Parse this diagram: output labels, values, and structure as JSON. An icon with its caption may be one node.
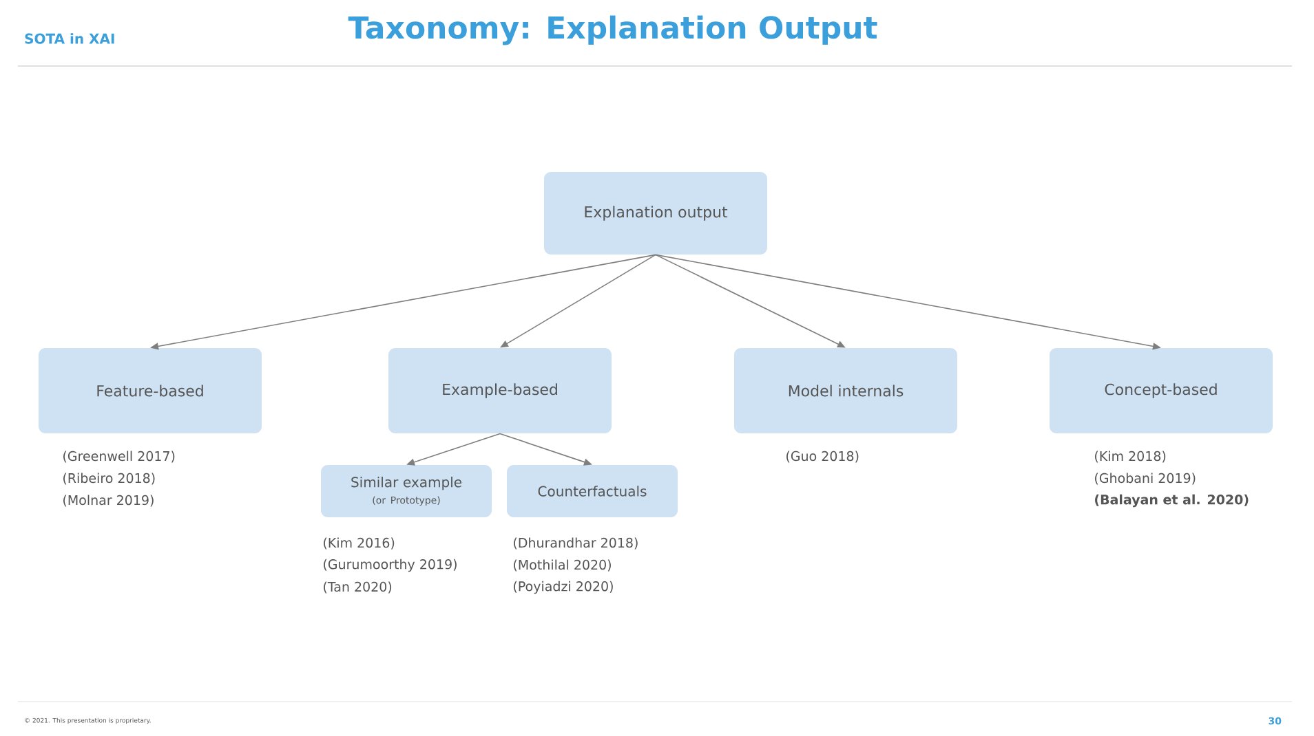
{
  "diagram": {
    "title": "Taxonomy: Explanation Output",
    "nodes": [
      {
        "text": [
          "Explanation output"
        ]
      },
      {
        "text": [
          "Feature-based"
        ],
        "beside": [
          "(Greenwell 2017)",
          "(Ribeiro 2018)",
          "(Molnar 2019)"
        ]
      },
      {
        "text": [
          "Example-based"
        ]
      },
      {
        "text": [
          "Model internals"
        ],
        "beside": [
          "(Guo 2018)"
        ]
      },
      {
        "text": [
          "Concept-based"
        ],
        "beside": [
          "(Kim 2018)",
          "(Ghobani 2019)",
          "**(Balayan et al. 2020)**"
        ]
      },
      {
        "text": [
          "Similar example",
          "(or Prototype)"
        ],
        "beside": [
          "(Kim 2016)",
          "(Gurumoorthy 2019)",
          "(Tan 2020)"
        ]
      },
      {
        "text": [
          "Counterfactuals"
        ],
        "beside": [
          "(Dhurandhar 2018)",
          "(Mothilal 2020)",
          "(Poyiadzi 2020)"
        ]
      }
    ],
    "edges": [
      {
        "from": 0,
        "to": 1,
        "arrow": "to"
      },
      {
        "from": 0,
        "to": 2,
        "arrow": "to"
      },
      {
        "from": 0,
        "to": 3,
        "arrow": "to"
      },
      {
        "from": 0,
        "to": 4,
        "arrow": "to"
      },
      {
        "from": 2,
        "to": 5,
        "arrow": "to"
      },
      {
        "from": 2,
        "to": 6,
        "arrow": "to"
      }
    ],
    "labels": [
      "SOTA in XAI",
      "© 2021. This presentation is proprietary.",
      "30"
    ]
  }
}
